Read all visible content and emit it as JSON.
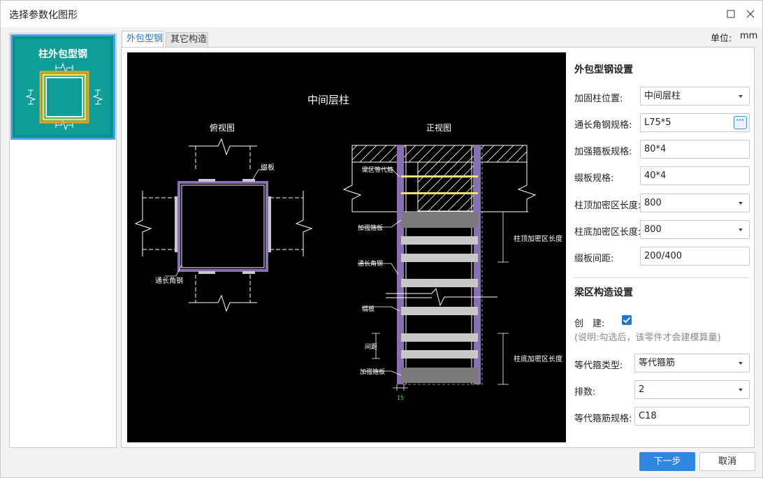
{
  "window": {
    "title": "选择参数化图形"
  },
  "left_panel": {
    "items": [
      {
        "label": "柱外包型钢",
        "selected": true
      }
    ]
  },
  "tabs": [
    {
      "label": "外包型钢",
      "active": true
    },
    {
      "label": "其它构造",
      "active": false
    }
  ],
  "unit": {
    "label": "单位:",
    "value": "mm"
  },
  "drawing": {
    "main_title": "中间层柱",
    "plan_title": "俯视图",
    "front_title": "正视图",
    "plan_labels": {
      "batten": "缀板",
      "angle_steel": "通长角钢"
    },
    "front_labels": {
      "beam_stirrup": "梁区等代箍",
      "stiffener_top": "加强箍板",
      "angle_steel": "通长角钢",
      "batten": "缀板",
      "spacing": "间距",
      "stiffener_bottom": "加强箍板",
      "top_dense_length": "柱顶加密区长度",
      "bottom_dense_length": "柱底加密区长度",
      "dim_15": "15"
    },
    "colors": {
      "steel": "#8a6fb3",
      "yellow": "#f2e07a",
      "plate": "#c8c8c8"
    }
  },
  "settings": {
    "section1_title": "外包型钢设置",
    "rows": [
      {
        "label": "加固柱位置:",
        "value": "中间层柱",
        "type": "select"
      },
      {
        "label": "通长角钢规格:",
        "value": "L75*5",
        "type": "browse"
      },
      {
        "label": "加强箍板规格:",
        "value": "80*4",
        "type": "text"
      },
      {
        "label": "缀板规格:",
        "value": "40*4",
        "type": "text"
      },
      {
        "label": "柱顶加密区长度:",
        "value": "800",
        "type": "select"
      },
      {
        "label": "柱底加密区长度:",
        "value": "800",
        "type": "select"
      },
      {
        "label": "缀板间距:",
        "value": "200/400",
        "type": "text"
      }
    ],
    "section2_title": "梁区构造设置",
    "create_label": "创　建:",
    "create_checked": true,
    "note": "(说明:勾选后，该零件才会建模算量)",
    "rows2": [
      {
        "label": "等代箍类型:",
        "value": "等代箍筋",
        "type": "select"
      },
      {
        "label": "排数:",
        "value": "2",
        "type": "select"
      },
      {
        "label": "等代箍筋规格:",
        "value": "C18",
        "type": "text"
      }
    ]
  },
  "buttons": {
    "next": "下一步",
    "cancel": "取消"
  }
}
